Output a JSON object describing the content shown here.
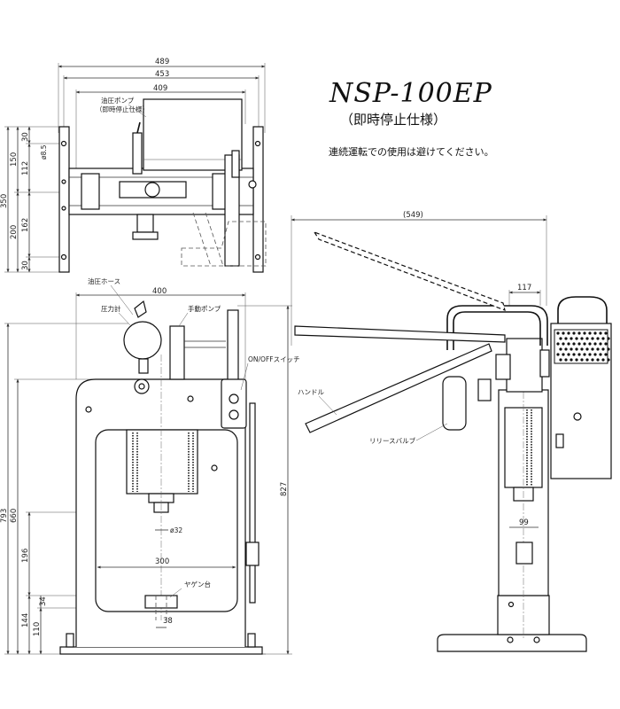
{
  "title": {
    "model": "NSP-100EP",
    "subtitle": "（即時停止仕様）",
    "note": "連続運転での使用は避けてください。"
  },
  "top_view": {
    "dims": {
      "overall": "489",
      "mid": "453",
      "inner": "409",
      "h_total": "350",
      "h_upper": "150",
      "h_lower": "200",
      "h30a": "30",
      "h112": "112",
      "h162": "162",
      "h30b": "30",
      "hole": "ø8.5"
    },
    "labels": {
      "pump": "油圧ポンプ",
      "pump_note": "（即時停止仕様）"
    }
  },
  "front_view": {
    "dims": {
      "width": "400",
      "h_total": "793",
      "h_660": "660",
      "h_196": "196",
      "h_144": "144",
      "h_110": "110",
      "h_34": "34",
      "ram_dia": "ø32",
      "bed_width": "300",
      "block": "38",
      "right_height": "827"
    },
    "labels": {
      "hose": "油圧ホース",
      "gauge": "圧力計",
      "hand_pump": "手動ポンプ",
      "switch": "ON/OFFスイッチ",
      "v_block": "ヤゲン台"
    }
  },
  "side_view": {
    "dims": {
      "reach": "(549)",
      "top_width": "117",
      "ram_width": "99"
    },
    "labels": {
      "handle": "ハンドル",
      "release_valve": "リリースバルブ"
    }
  },
  "colors": {
    "line": "#111111",
    "dim": "#333333",
    "background": "#ffffff"
  }
}
